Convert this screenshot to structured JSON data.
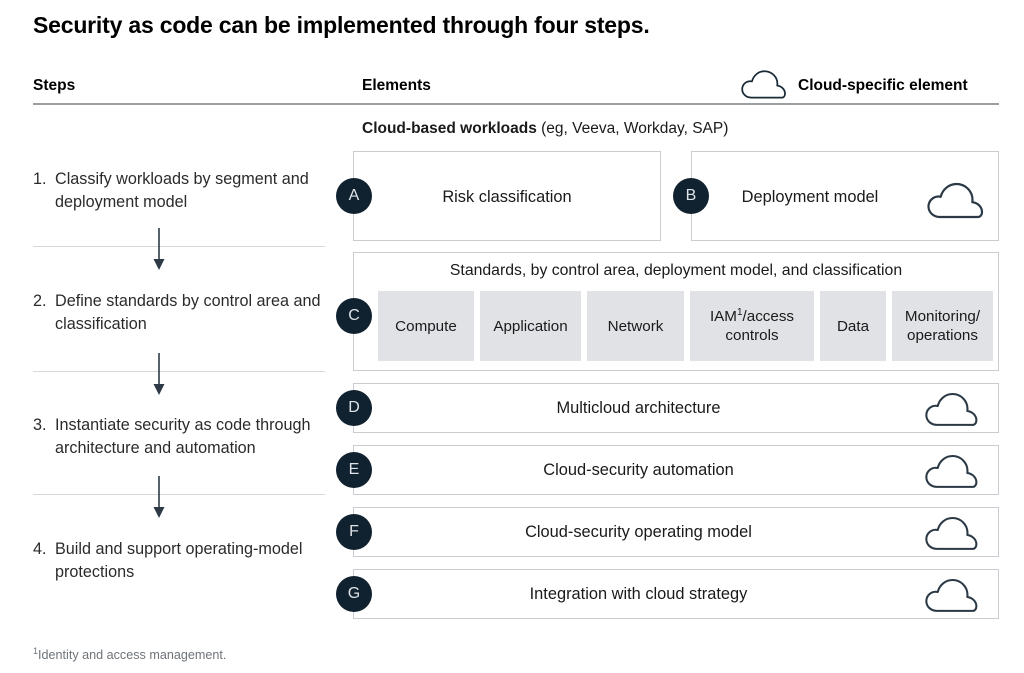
{
  "title": "Security as code can be implemented through four steps.",
  "headers": {
    "steps": "Steps",
    "elements": "Elements",
    "legend_label": "Cloud-specific element",
    "legend_icon": "cloud-icon"
  },
  "steps": [
    {
      "num": "1.",
      "text": "Classify workloads by segment and deployment model"
    },
    {
      "num": "2.",
      "text": "Define standards by control area and classification"
    },
    {
      "num": "3.",
      "text": "Instantiate security as code through architecture and automation"
    },
    {
      "num": "4.",
      "text": "Build and support operating-model protections"
    }
  ],
  "elements": {
    "group_label_bold": "Cloud-based workloads",
    "group_label_rest": " (eg, Veeva, Workday, SAP)",
    "a": {
      "badge": "A",
      "label": "Risk classification",
      "cloud": false
    },
    "b": {
      "badge": "B",
      "label": "Deployment model",
      "cloud": true
    },
    "c": {
      "badge": "C",
      "title": "Standards, by control area, deployment model, and classification",
      "cells": [
        {
          "label": "Compute"
        },
        {
          "label": "Application"
        },
        {
          "label": "Network"
        },
        {
          "label": "IAM",
          "sup": "1",
          "label2": "/access controls"
        },
        {
          "label": "Data"
        },
        {
          "label": "Monitoring/ operations"
        }
      ]
    },
    "d": {
      "badge": "D",
      "label": "Multicloud architecture",
      "cloud": true
    },
    "e": {
      "badge": "E",
      "label": "Cloud-security automation",
      "cloud": true
    },
    "f": {
      "badge": "F",
      "label": "Cloud-security operating model",
      "cloud": true
    },
    "g": {
      "badge": "G",
      "label": "Integration with cloud strategy",
      "cloud": true
    }
  },
  "footnote": {
    "marker": "1",
    "text": "Identity and access management."
  },
  "colors": {
    "badge_fill": "#10212f",
    "badge_text": "#dfe3e7",
    "cell_fill": "#e0e2e5",
    "box_border": "#c9ccd0",
    "rule": "#9a9fa4",
    "text": "#1a1a1a",
    "footnote_text": "#6f7479"
  }
}
